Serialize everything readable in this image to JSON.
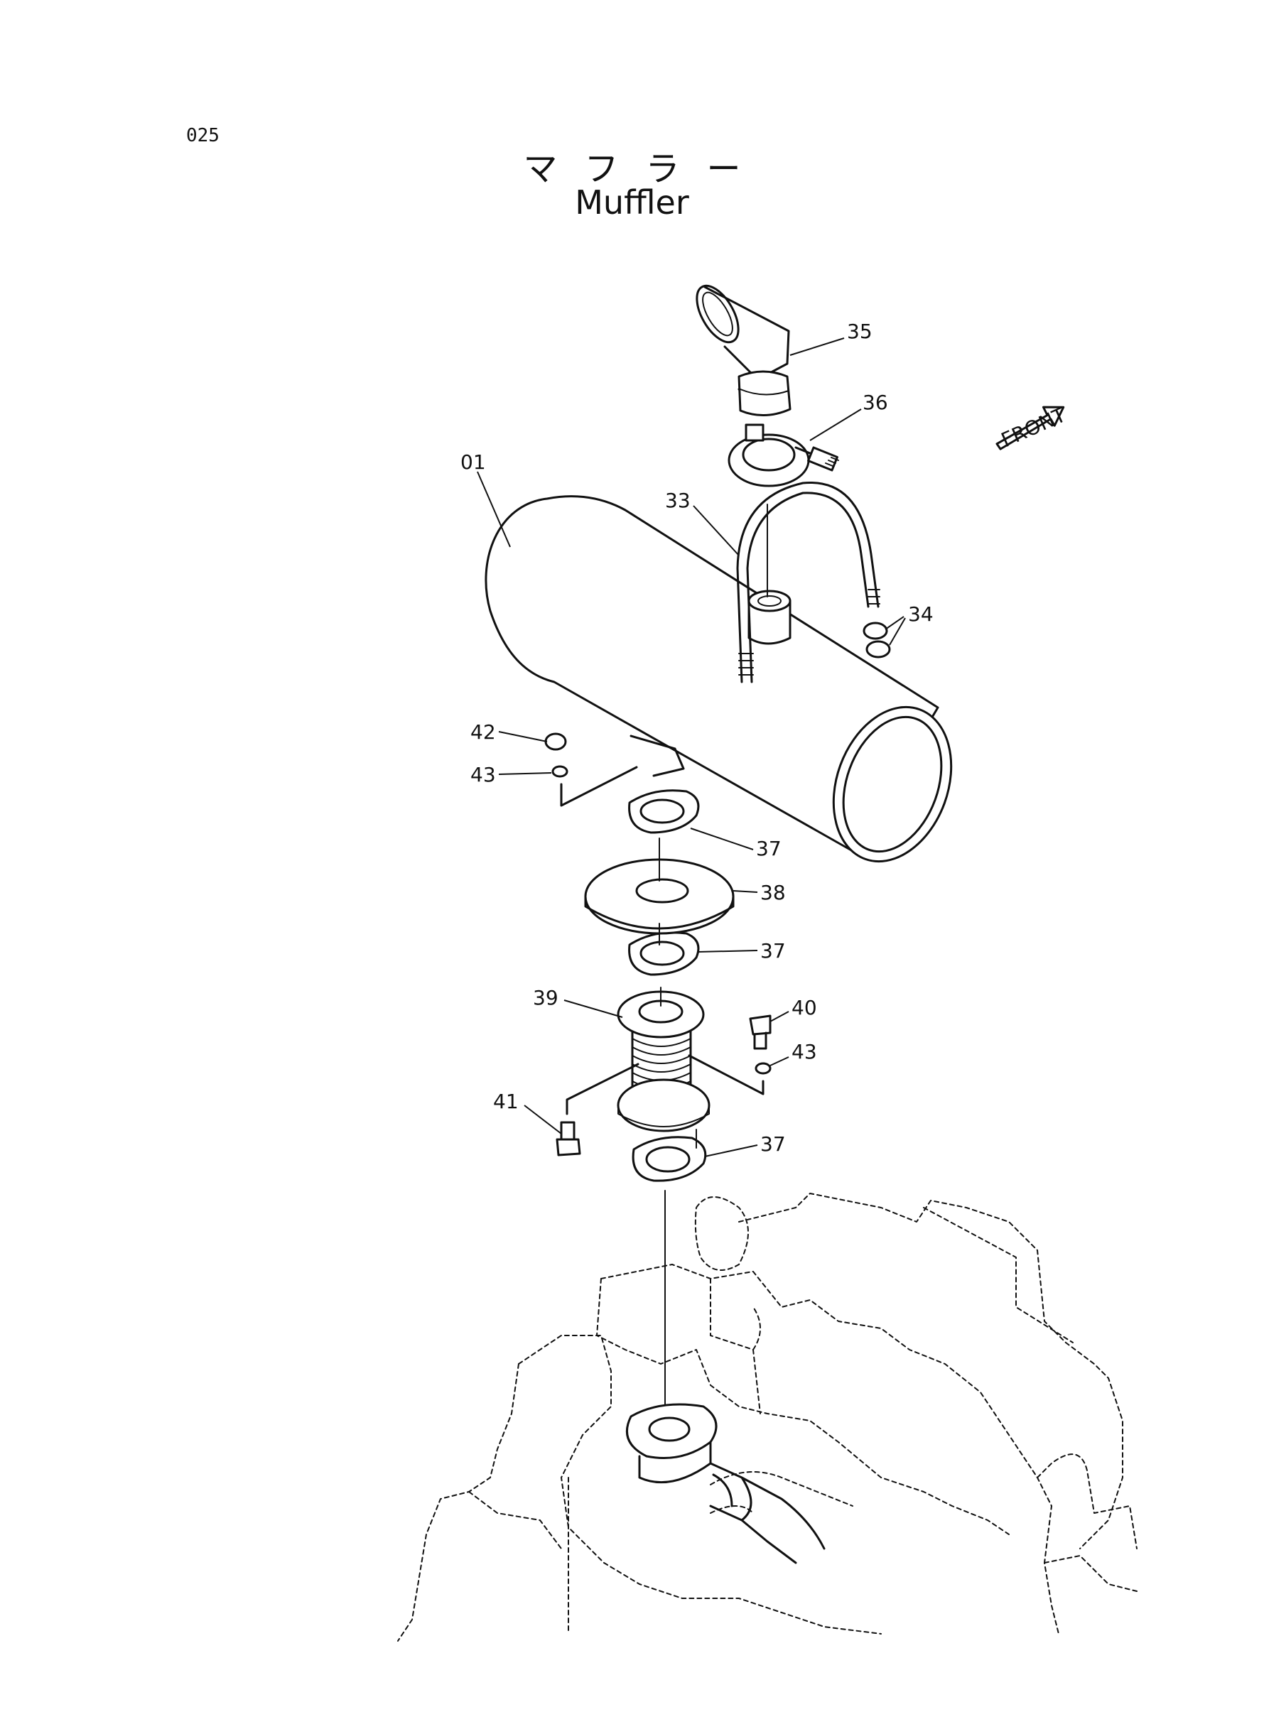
{
  "page_number": "025",
  "title_jp": "マフラー",
  "title_en": "Muffler",
  "front_label": "FRONT",
  "callouts": {
    "c01": "01",
    "c33": "33",
    "c34": "34",
    "c35": "35",
    "c36": "36",
    "c37a": "37",
    "c37b": "37",
    "c37c": "37",
    "c38": "38",
    "c39": "39",
    "c40": "40",
    "c41": "41",
    "c42": "42",
    "c43a": "43",
    "c43b": "43"
  }
}
